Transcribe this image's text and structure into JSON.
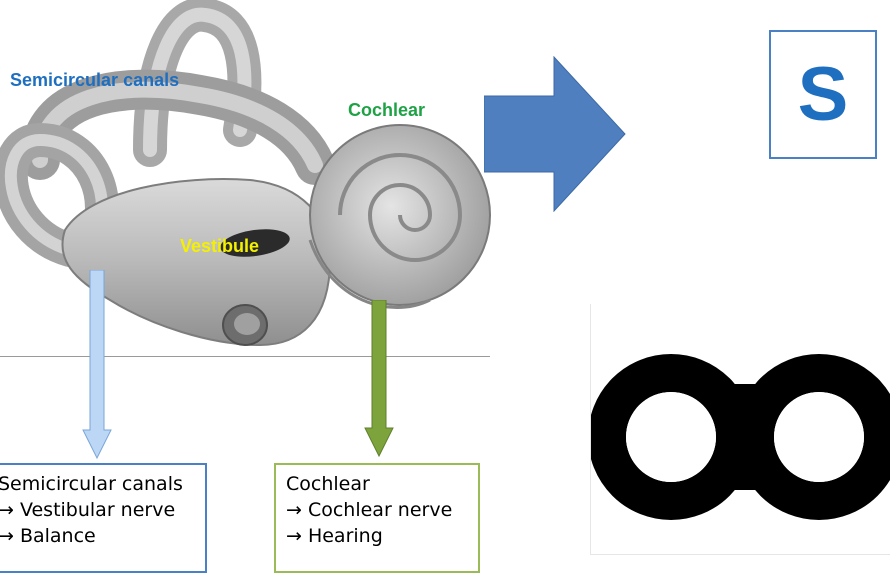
{
  "labels": {
    "semicircular_canals": "Semicircular canals",
    "cochlear": "Cochlear",
    "vestibule": "Vestibule"
  },
  "boxes": {
    "left": {
      "line1": "Semicircular canals",
      "line2": "→ Vestibular nerve",
      "line3": "→ Balance"
    },
    "right": {
      "line1": "Cochlear",
      "line2": "→ Cochlear nerve",
      "line3": "→ Hearing"
    }
  },
  "symbol_box": {
    "letter": "S"
  },
  "colors": {
    "blue_label": "#1f6fc1",
    "green_label": "#1fa246",
    "yellow_label": "#f4f000",
    "big_arrow": "#4f7fbf",
    "light_blue_arrow": "#bcd6f5",
    "green_arrow": "#7da43c",
    "box_blue_border": "#4a80c4",
    "box_green_border": "#9bbb59"
  },
  "icons": {
    "big_arrow": "right-arrow-icon",
    "infinity": "infinity-icon"
  }
}
